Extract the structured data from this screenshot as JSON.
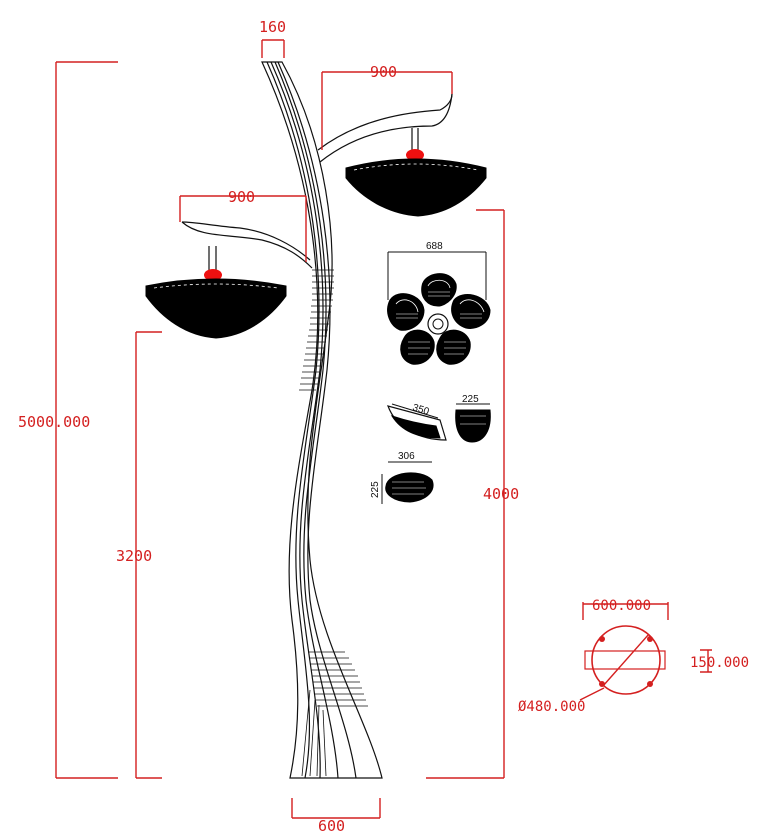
{
  "dimensions": {
    "top_width": "160",
    "upper_arm": "900",
    "lower_arm": "900",
    "total_height": "5000.000",
    "lower_lamp_height": "3200",
    "upper_lamp_height": "4000",
    "base_width": "600",
    "lamp_cluster_width": "688",
    "shade_length": "350",
    "shade_small_width": "225",
    "shade_plan_width": "306",
    "shade_plan_height": "225",
    "flange_width": "600.000",
    "flange_thickness": "150.000",
    "bolt_circle": "Ø480.000"
  },
  "colors": {
    "dimension": "#d42020",
    "linework": "#111111",
    "lamp_cap": "#ee1010"
  }
}
